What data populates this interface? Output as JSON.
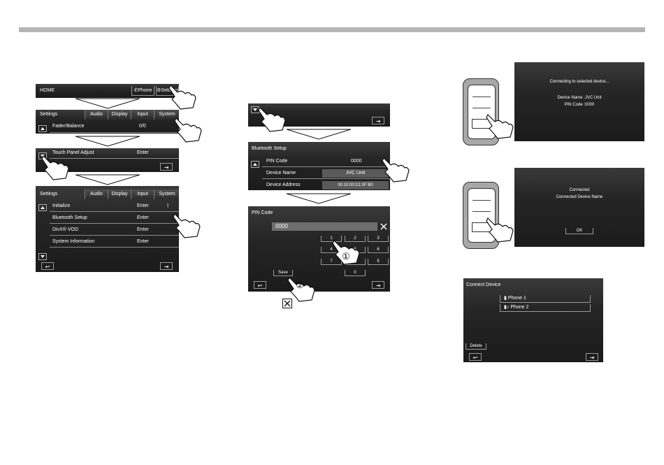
{
  "s1": {
    "title": "HOME",
    "phone": "Phone",
    "settings": "Settings"
  },
  "s2": {
    "title": "Settings",
    "tabs": [
      "Audio",
      "Display",
      "Input",
      "System"
    ],
    "row_label": "Fader/Balance",
    "row_value": "0/0"
  },
  "s3": {
    "row_label": "Touch Panel Adjust",
    "row_value": "Enter"
  },
  "s4": {
    "title": "Settings",
    "tabs": [
      "Audio",
      "Display",
      "Input",
      "System"
    ],
    "rows": [
      {
        "label": "Initialize",
        "value": "Enter"
      },
      {
        "label": "Bluetooth Setup",
        "value": "Enter"
      },
      {
        "label": "DivX® VOD",
        "value": "Enter"
      },
      {
        "label": "System Information",
        "value": "Enter"
      }
    ]
  },
  "bt": {
    "title": "Bluetooth Setup",
    "rows": [
      {
        "label": "PIN Code",
        "value": "0000"
      },
      {
        "label": "Device Name",
        "value": "JVC Unit"
      },
      {
        "label": "Device Address",
        "value": "00:10:00:D1:0F:B0"
      }
    ]
  },
  "pin": {
    "title": "PIN Code",
    "value": "0000",
    "keys": [
      "1",
      "2",
      "3",
      "4",
      "5",
      "6",
      "7",
      "8",
      "9",
      "0"
    ],
    "save": "Save",
    "callouts": [
      "①",
      "②"
    ]
  },
  "conn1": {
    "line1": "Connecting to selected device...",
    "line2": "Device Name :JVC Unit",
    "line3": "PIN Code :0000"
  },
  "conn2": {
    "line1": "Connected",
    "line2": "Connected Device Name",
    "ok": "OK"
  },
  "cd": {
    "title": "Connect Device",
    "phones": [
      "Phone 1",
      "Phone 2"
    ],
    "delete": "Delete"
  }
}
